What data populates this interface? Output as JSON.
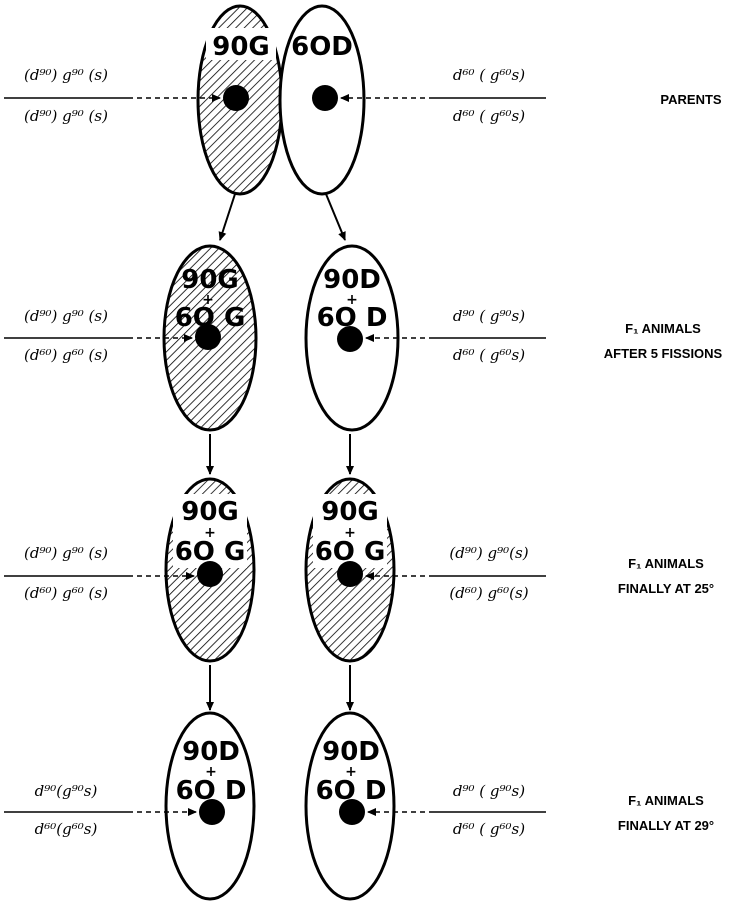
{
  "rows": [
    {
      "stage": [
        "PARENTS"
      ],
      "left_cell": {
        "shaded": true,
        "top": "90G",
        "bottom": ""
      },
      "right_cell": {
        "shaded": false,
        "top": "6OD",
        "bottom": ""
      },
      "left_genotype": {
        "num": "(d⁹⁰) g⁹⁰ (s)",
        "den": "(d⁹⁰) g⁹⁰ (s)"
      },
      "right_genotype": {
        "num": "d⁶⁰ ( g⁶⁰s)",
        "den": "d⁶⁰ ( g⁶⁰s)"
      }
    },
    {
      "stage": [
        "F₁ ANIMALS",
        "AFTER 5 FISSIONS"
      ],
      "left_cell": {
        "shaded": true,
        "top": "90G",
        "bottom": "6O G"
      },
      "right_cell": {
        "shaded": false,
        "top": "90D",
        "bottom": "6O D"
      },
      "left_genotype": {
        "num": "(d⁹⁰) g⁹⁰ (s)",
        "den": "(d⁶⁰) g⁶⁰ (s)"
      },
      "right_genotype": {
        "num": "d⁹⁰ ( g⁹⁰s)",
        "den": "d⁶⁰ ( g⁶⁰s)"
      }
    },
    {
      "stage": [
        "F₁ ANIMALS",
        "FINALLY AT 25°"
      ],
      "left_cell": {
        "shaded": true,
        "top": "90G",
        "bottom": "6O G"
      },
      "right_cell": {
        "shaded": true,
        "top": "90G",
        "bottom": "6O G"
      },
      "left_genotype": {
        "num": "(d⁹⁰) g⁹⁰ (s)",
        "den": "(d⁶⁰) g⁶⁰ (s)"
      },
      "right_genotype": {
        "num": "(d⁹⁰) g⁹⁰(s)",
        "den": "(d⁶⁰) g⁶⁰(s)"
      }
    },
    {
      "stage": [
        "F₁ ANIMALS",
        "FINALLY AT 29°"
      ],
      "left_cell": {
        "shaded": false,
        "top": "90D",
        "bottom": "6O D"
      },
      "right_cell": {
        "shaded": false,
        "top": "90D",
        "bottom": "6O D"
      },
      "left_genotype": {
        "num": "d⁹⁰(g⁹⁰s)",
        "den": "d⁶⁰(g⁶⁰s)"
      },
      "right_genotype": {
        "num": "d⁹⁰ ( g⁹⁰s)",
        "den": "d⁶⁰ ( g⁶⁰s)"
      }
    }
  ],
  "plus_sign": "+"
}
